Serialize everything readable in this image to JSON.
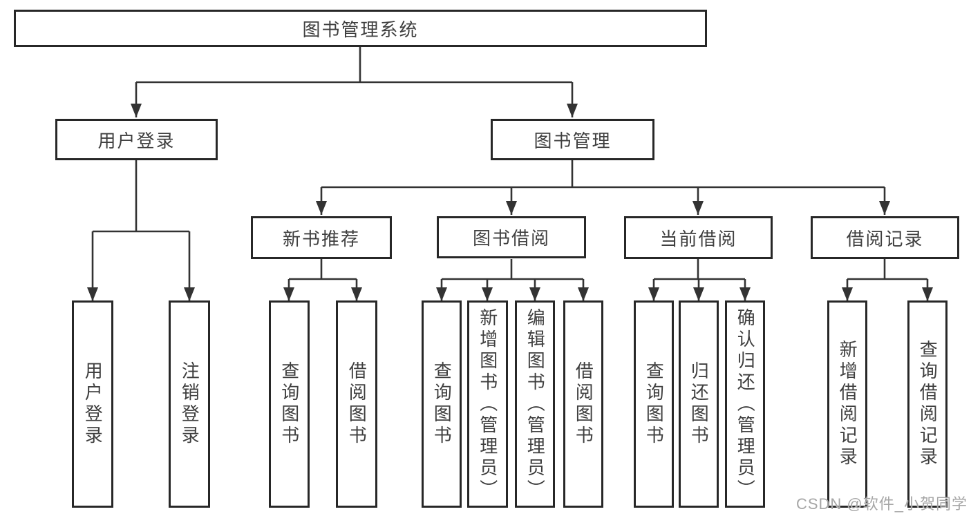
{
  "tree": {
    "root": {
      "label": "图书管理系统",
      "children": [
        {
          "label": "用户登录",
          "children": [
            {
              "label": "用户登录"
            },
            {
              "label": "注销登录"
            }
          ]
        },
        {
          "label": "图书管理",
          "children": [
            {
              "label": "新书推荐",
              "children": [
                {
                  "label": "查询图书"
                },
                {
                  "label": "借阅图书"
                }
              ]
            },
            {
              "label": "图书借阅",
              "children": [
                {
                  "label": "查询图书"
                },
                {
                  "label": "新增图书（管理员）"
                },
                {
                  "label": "编辑图书（管理员）"
                },
                {
                  "label": "借阅图书"
                }
              ]
            },
            {
              "label": "当前借阅",
              "children": [
                {
                  "label": "查询图书"
                },
                {
                  "label": "归还图书"
                },
                {
                  "label": "确认归还（管理员）"
                }
              ]
            },
            {
              "label": "借阅记录",
              "children": [
                {
                  "label": "新增借阅记录"
                },
                {
                  "label": "查询借阅记录"
                }
              ]
            }
          ]
        }
      ]
    }
  },
  "watermark": {
    "text": "CSDN @软件_小贺同学"
  },
  "colors": {
    "line": "#333333",
    "box_border": "#272727",
    "box_fill": "#ffffff",
    "text": "#3f3f3f",
    "watermark": "#a6a6a6",
    "background": "#ffffff"
  }
}
